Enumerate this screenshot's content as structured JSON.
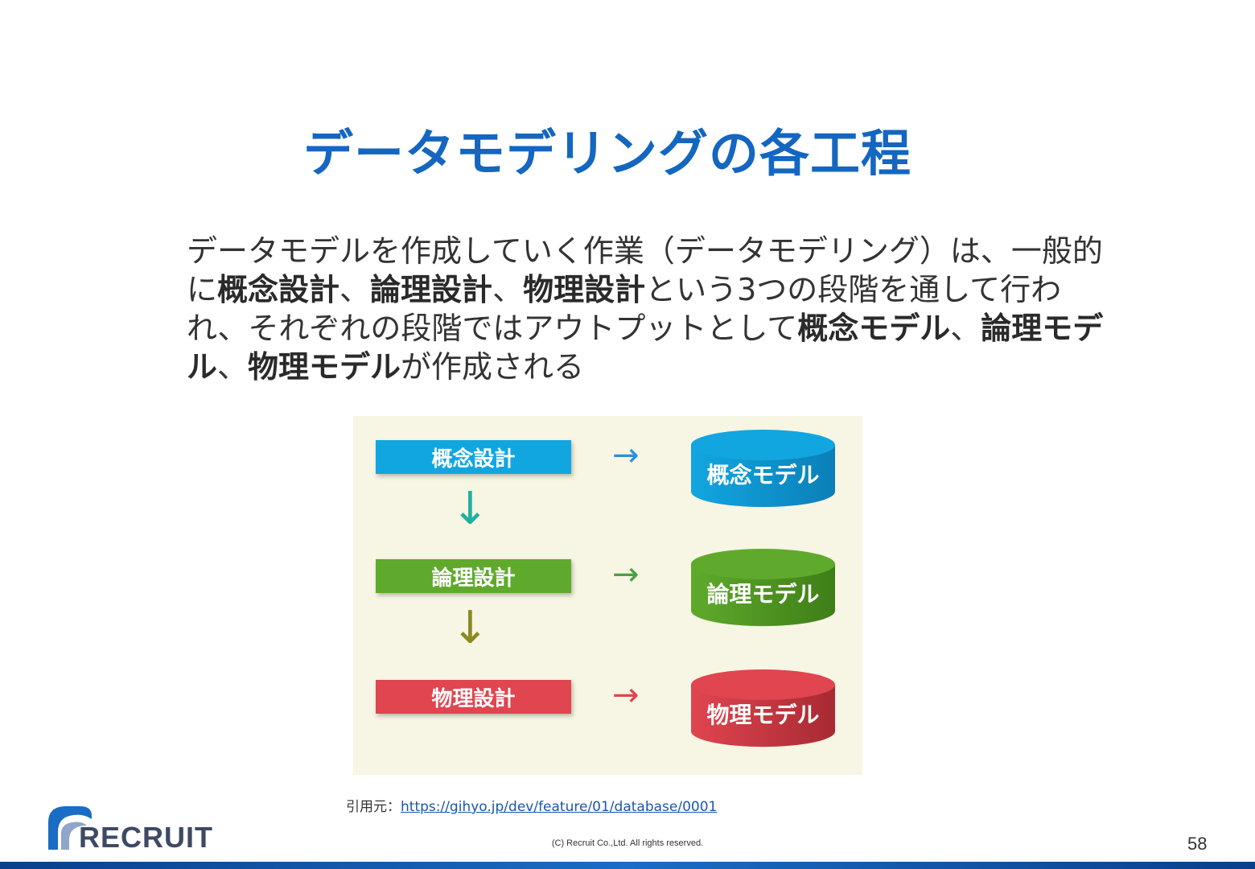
{
  "slide": {
    "title": "データモデリングの各工程",
    "page_number": "58",
    "copyright": "(C) Recruit Co.,Ltd. All rights reserved."
  },
  "body": {
    "segments": [
      {
        "text": "データモデルを作成していく作業（データモデリング）は、一般的に",
        "bold": false
      },
      {
        "text": "概念設計",
        "bold": true
      },
      {
        "text": "、",
        "bold": false
      },
      {
        "text": "論理設計",
        "bold": true
      },
      {
        "text": "、",
        "bold": false
      },
      {
        "text": "物理設計",
        "bold": true
      },
      {
        "text": "という3つの段階を通して行われ、それぞれの段階ではアウトプットとして",
        "bold": false
      },
      {
        "text": "概念モデル",
        "bold": true
      },
      {
        "text": "、",
        "bold": false
      },
      {
        "text": "論理モデル",
        "bold": true
      },
      {
        "text": "、",
        "bold": false
      },
      {
        "text": "物理モデル",
        "bold": true
      },
      {
        "text": "が作成される",
        "bold": false
      }
    ]
  },
  "figure": {
    "steps": [
      {
        "label": "概念設計",
        "model": "概念モデル",
        "color": "#12a6e0",
        "dark": "#0b7fb8",
        "arrow_color": "#2a90d8"
      },
      {
        "label": "論理設計",
        "model": "論理モデル",
        "color": "#5faa2c",
        "dark": "#3e7e18",
        "arrow_color": "#4aa040"
      },
      {
        "label": "物理設計",
        "model": "物理モデル",
        "color": "#e04550",
        "dark": "#a82a32",
        "arrow_color": "#e04550"
      }
    ],
    "down_arrow_colors": [
      "#20b0a0",
      "#8a8a20"
    ],
    "arrow_glyph_right": "→",
    "arrow_glyph_down": "↓"
  },
  "citation": {
    "label": "引用元：",
    "url": "https://gihyo.jp/dev/feature/01/database/0001"
  },
  "logo": {
    "text": "RECRUIT"
  }
}
